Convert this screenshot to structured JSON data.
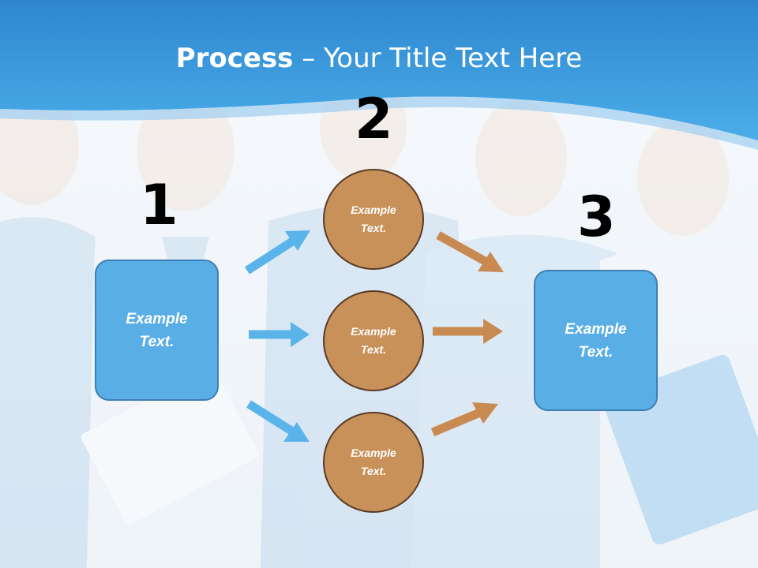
{
  "title": {
    "bold": "Process",
    "rest": " – Your Title Text Here"
  },
  "steps": {
    "one": "1",
    "two": "2",
    "three": "3"
  },
  "boxes": {
    "left": "Example Text.",
    "right": "Example Text."
  },
  "circles": {
    "top": "Example Text.",
    "middle": "Example Text.",
    "bottom": "Example Text."
  },
  "colors": {
    "header_blue": "#3a9ee0",
    "box_fill": "#5aaee6",
    "circle_fill": "#c8915a",
    "blue_arrow": "#5ab4ea",
    "brown_arrow": "#c98a52"
  }
}
